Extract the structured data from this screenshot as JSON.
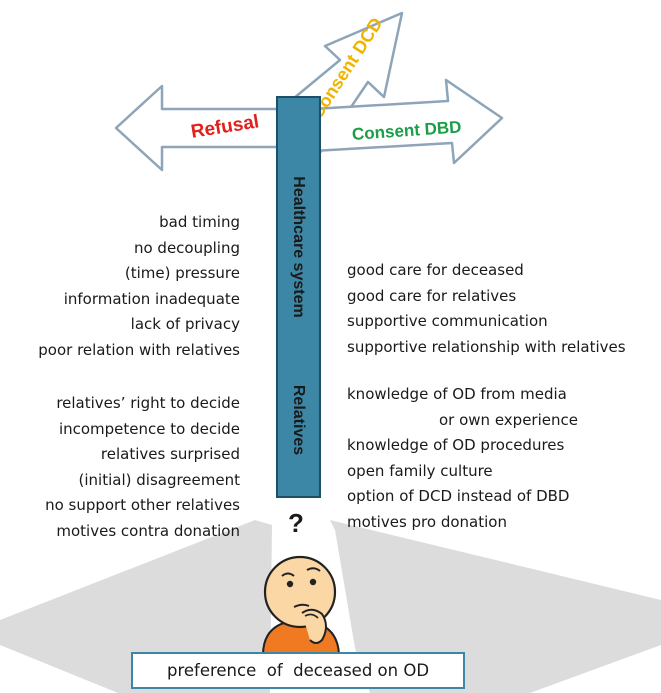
{
  "arrows": {
    "refusal": {
      "label": "Refusal",
      "color": "#e0201c"
    },
    "consent_dcd": {
      "label": "Consent DCD",
      "color": "#f0b400"
    },
    "consent_dbd": {
      "label": "Consent DBD",
      "color": "#1a9e48"
    },
    "outline_color": "#8ea4b8"
  },
  "post": {
    "upper_label": "Healthcare system",
    "lower_label": "Relatives",
    "fill": "#3d87a6"
  },
  "question_mark": "?",
  "left_upper": [
    "bad timing",
    "no decoupling",
    "(time) pressure",
    "information inadequate",
    "lack of privacy",
    "poor relation with relatives"
  ],
  "left_lower": [
    "relatives’ right to decide",
    "incompetence to decide",
    "relatives surprised",
    "(initial) disagreement",
    "no support other relatives",
    "motives contra donation"
  ],
  "right_upper": [
    "good care for deceased",
    "good care for relatives",
    "supportive communication",
    "supportive relationship with relatives"
  ],
  "right_lower": [
    "knowledge of OD from media",
    "or own experience",
    "knowledge of OD procedures",
    "open family culture",
    "option of DCD instead of DBD",
    "motives pro donation"
  ],
  "bottom_box": "preference  of  deceased on OD",
  "colors": {
    "shadow": "#d9d9d9",
    "face": "#fcd7a6",
    "shirt": "#f07a22"
  }
}
